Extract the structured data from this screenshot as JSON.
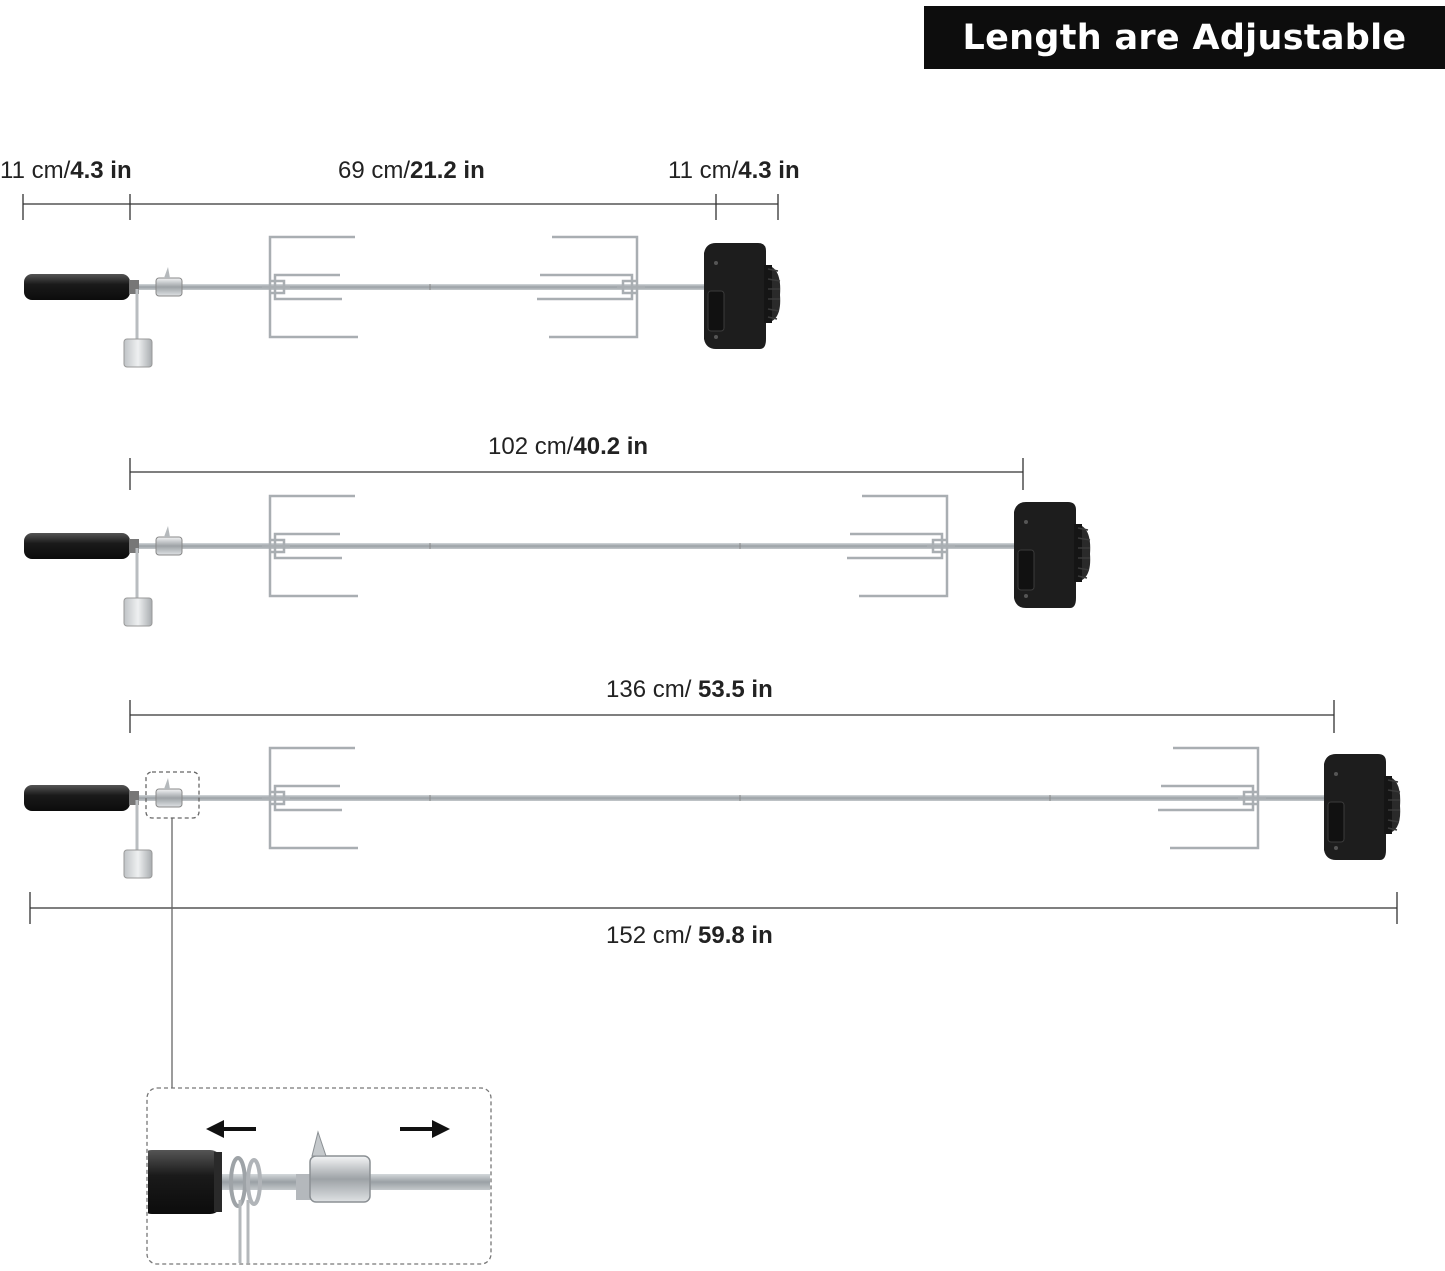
{
  "banner": {
    "title": "Length are Adjustable"
  },
  "diagram_1": {
    "left_segment": {
      "cm": "11 cm/",
      "in": "4.3 in"
    },
    "middle_segment": {
      "cm": "69 cm/",
      "in": "21.2 in"
    },
    "right_segment": {
      "cm": "11 cm/",
      "in": "4.3 in"
    }
  },
  "diagram_2": {
    "length": {
      "cm": "102 cm/",
      "in": "40.2 in"
    }
  },
  "diagram_3": {
    "length": {
      "cm": "136 cm/ ",
      "in": "53.5 in"
    },
    "overall": {
      "cm": "152 cm/ ",
      "in": "59.8 in"
    }
  },
  "detail": {
    "arrows": [
      "left",
      "right"
    ]
  },
  "colors": {
    "banner_bg": "#0d0d0d",
    "rod": "#a9aeb3",
    "motor": "#1c1c1c",
    "handle": "#222222"
  }
}
